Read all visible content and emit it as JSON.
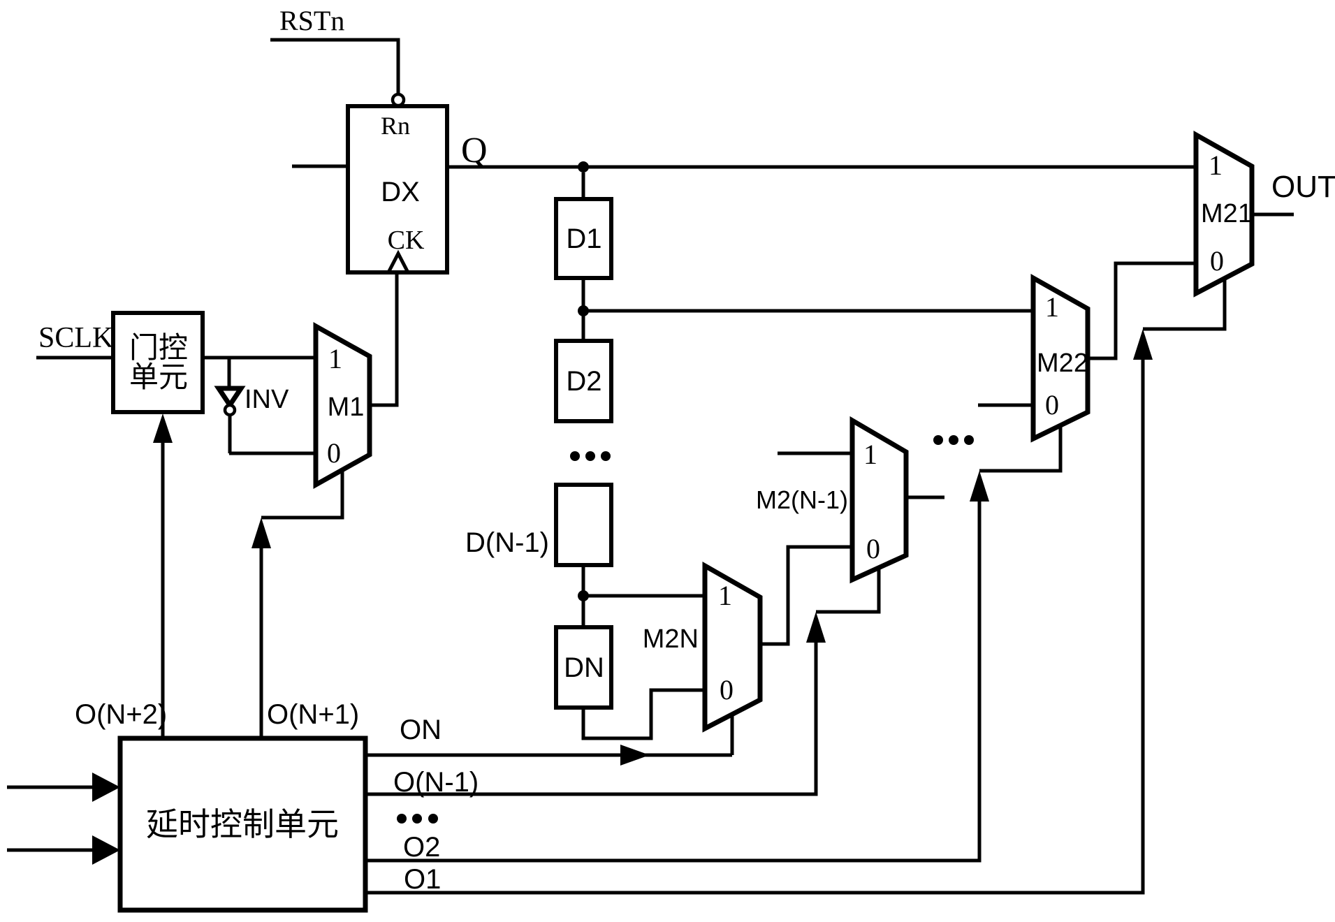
{
  "reset": {
    "label": "RSTn"
  },
  "flipflop": {
    "reset_pin": "Rn",
    "name": "DX",
    "clock_pin": "CK",
    "output_pin": "Q"
  },
  "clock": {
    "label": "SCLK"
  },
  "gate_unit": {
    "name_line1": "门控",
    "name_line2": "单元"
  },
  "inverter": {
    "label": "INV"
  },
  "muxes": {
    "m1": {
      "name": "M1",
      "in1": "1",
      "in0": "0"
    },
    "m2n": {
      "name": "M2N",
      "in1": "1",
      "in0": "0"
    },
    "m2n_1": {
      "name": "M2(N-1)",
      "in1": "1",
      "in0": "0"
    },
    "m22": {
      "name": "M22",
      "in1": "1",
      "in0": "0"
    },
    "m21": {
      "name": "M21",
      "in1": "1",
      "in0": "0"
    }
  },
  "delay_cells": {
    "d1": "D1",
    "d2": "D2",
    "d_n_minus1": "D(N-1)",
    "dn": "DN"
  },
  "output": {
    "label": "OUT"
  },
  "delay_control": {
    "name": "延时控制单元",
    "out_n_plus2": "O(N+2)",
    "out_n_plus1": "O(N+1)",
    "out_n": "ON",
    "out_n_minus1": "O(N-1)",
    "out_2": "O2",
    "out_1": "O1"
  },
  "colors": {
    "line": "#000000",
    "background": "#ffffff"
  }
}
